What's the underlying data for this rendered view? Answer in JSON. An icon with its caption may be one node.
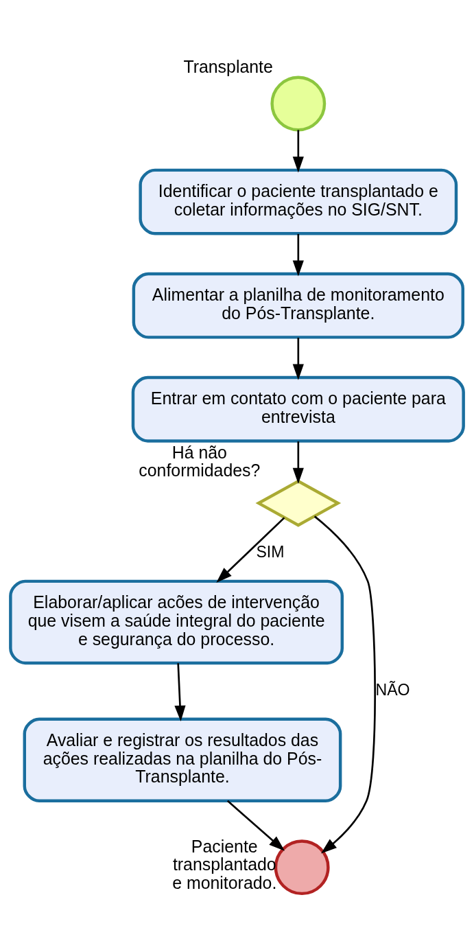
{
  "diagram": {
    "nodes": [
      {
        "text": [],
        "shape": "circle",
        "beside": [
          "Transplante"
        ]
      },
      {
        "text": [
          "Identificar o paciente transplantado e coletar informações no SIG/SNT."
        ]
      },
      {
        "text": [
          "Alimentar a planilha de monitoramento do Pós-Transplante."
        ]
      },
      {
        "text": [
          "Entrar em contato com o paciente para entrevista"
        ]
      },
      {
        "text": [],
        "shape": "diamond",
        "beside": [
          "Há não conformidades?"
        ]
      },
      {
        "text": [
          "Elaborar/aplicar acões de intervenção que visem a saúde integral do paciente e segurança do processo."
        ]
      },
      {
        "text": [
          "Avaliar e registrar os resultados das ações realizadas na planilha do Pós-Transplante."
        ]
      },
      {
        "text": [],
        "shape": "circle",
        "beside": [
          "Paciente transplantado e monitorado."
        ]
      }
    ],
    "edges": [
      {
        "from": 0,
        "to": 1,
        "arrow": "to"
      },
      {
        "from": 1,
        "to": 2,
        "arrow": "to"
      },
      {
        "from": 2,
        "to": 3,
        "arrow": "to"
      },
      {
        "from": 3,
        "to": 4,
        "arrow": "to"
      },
      {
        "from": 4,
        "to": 5,
        "arrow": "to",
        "label": "SIM"
      },
      {
        "from": 5,
        "to": 6,
        "arrow": "to"
      },
      {
        "from": 6,
        "to": 7,
        "arrow": "to"
      },
      {
        "from": 4,
        "to": 7,
        "arrow": "to",
        "label": "NÃO"
      }
    ]
  }
}
